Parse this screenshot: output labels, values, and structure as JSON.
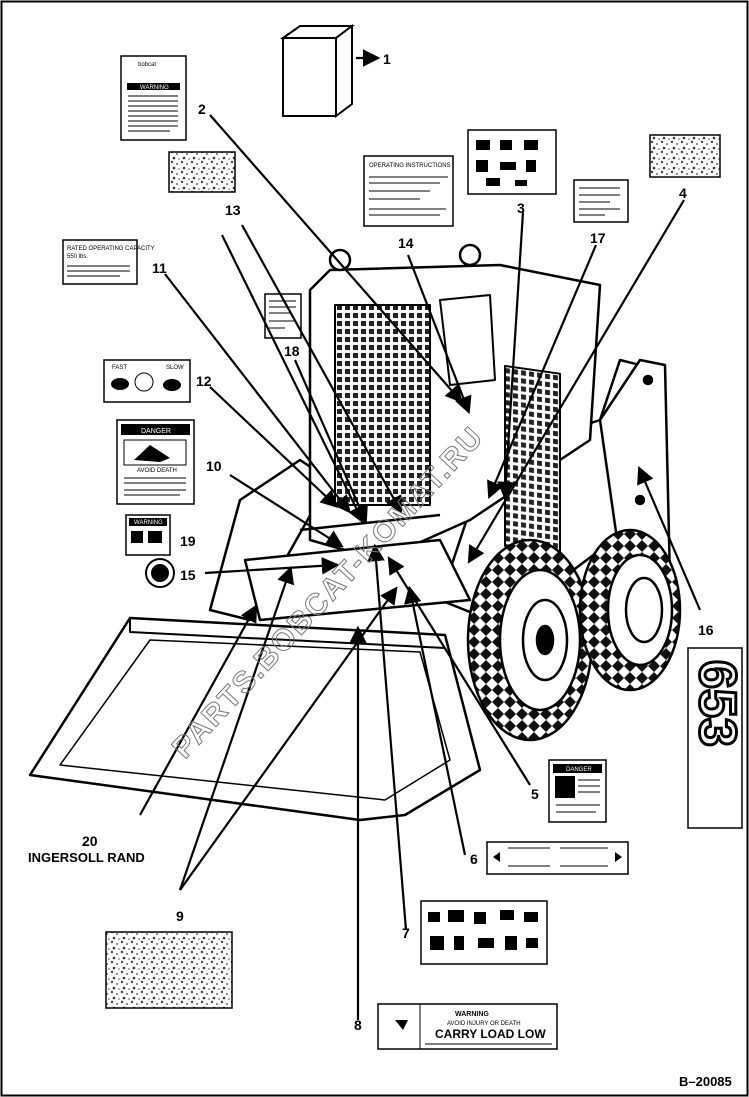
{
  "callouts": [
    "1",
    "2",
    "3",
    "4",
    "5",
    "6",
    "7",
    "8",
    "9",
    "10",
    "11",
    "12",
    "13",
    "14",
    "15",
    "16",
    "17",
    "18",
    "19",
    "20"
  ],
  "captions": {
    "manufacturer": "INGERSOLL RAND",
    "figure_code": "B–20085",
    "model_decal": "653",
    "watermark": "PARTS.BOBCAT-KOMAT.RU"
  },
  "decals": {
    "operator_manual_cover": "bobcat",
    "warning_card_title": "WARNING",
    "capacity_title": "RATED OPERATING CAPACITY",
    "capacity_value": "550 lbs.",
    "operating_instructions_title": "OPERATING INSTRUCTIONS",
    "speed_fast": "FAST",
    "speed_slow": "SLOW",
    "danger_title": "DANGER",
    "danger_subtitle": "AVOID DEATH",
    "warning_small": "WARNING",
    "danger_small": "DANGER",
    "final_drive_title": "WARNING",
    "final_drive_line1": "AVOID INJURY OR DEATH",
    "final_drive_line2": "CARRY LOAD LOW"
  },
  "colors": {
    "ink": "#000000",
    "paper": "#ffffff",
    "speckle": "#555555",
    "watermark": "#777777"
  }
}
